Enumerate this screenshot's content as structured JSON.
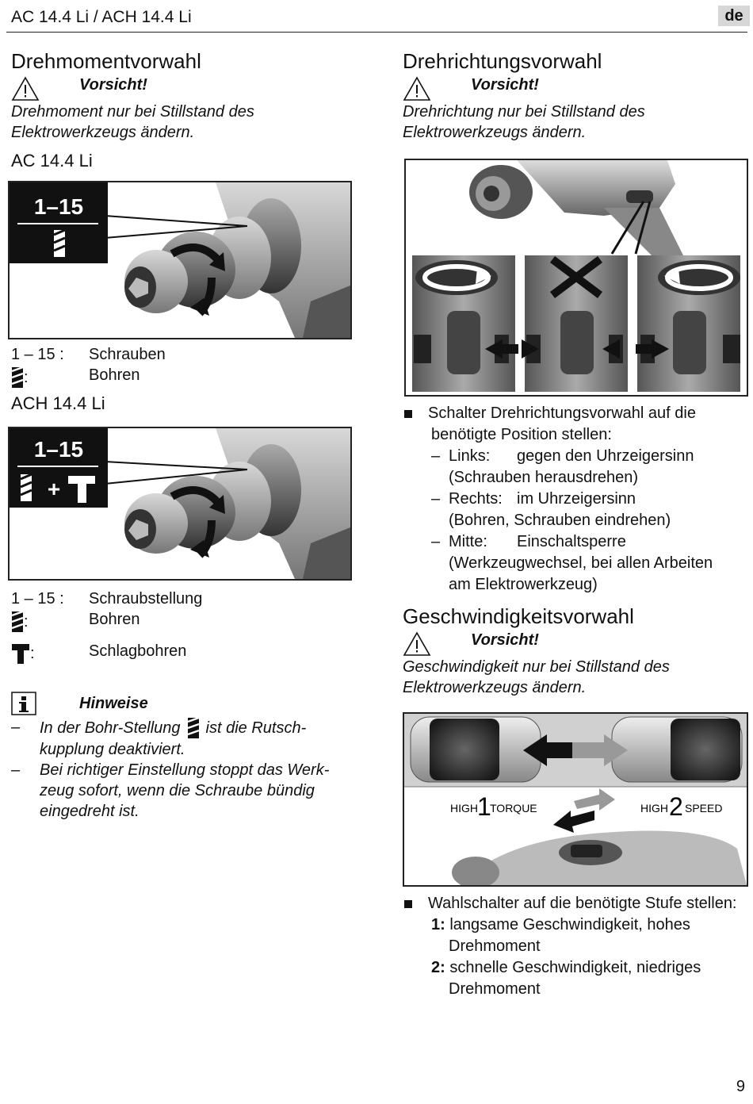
{
  "header": {
    "title": "AC 14.4 Li / ACH 14.4 Li",
    "lang": "de"
  },
  "left": {
    "section_title": "Drehmomentvorwahl",
    "warning_label": "Vorsicht!",
    "warning_text_1": "Drehmoment nur bei Stillstand des",
    "warning_text_2": "Elektrowerkzeugs ändern.",
    "model1": "AC 14.4 Li",
    "fig1_badge": "1–15",
    "legend1": [
      {
        "key": "1 – 15 :",
        "value": "Schrauben"
      },
      {
        "key": ":",
        "value": "Bohren"
      }
    ],
    "model2": "ACH 14.4 Li",
    "fig2_badge": "1–15",
    "fig2_plus": "+",
    "legend2": [
      {
        "key": "1 – 15 :",
        "value": "Schraubstellung"
      },
      {
        "key": ":",
        "value": "Bohren"
      },
      {
        "key": ":",
        "value": "Schlagbohren"
      }
    ],
    "notes_title": "Hinweise",
    "note1_a": "In der Bohr-Stellung",
    "note1_b": "ist die Rutsch-",
    "note1_c": "kupplung deaktiviert.",
    "note2_a": "Bei richtiger Einstellung stoppt das Werk-",
    "note2_b": "zeug sofort, wenn die Schraube bündig",
    "note2_c": "eingedreht ist.",
    "dash": "–"
  },
  "right": {
    "section1_title": "Drehrichtungsvorwahl",
    "warning_label": "Vorsicht!",
    "warning1_text_1": "Drehrichtung nur bei Stillstand des",
    "warning1_text_2": "Elektrowerkzeugs ändern.",
    "bullet1": "Schalter Drehrichtungsvorwahl auf die",
    "bullet1_b": "benötigte Position stellen:",
    "dir_items": [
      {
        "key": "Links:",
        "v1": "gegen den Uhrzeigersinn",
        "v2": "(Schrauben herausdrehen)"
      },
      {
        "key": "Rechts:",
        "v1": "im Uhrzeigersinn",
        "v2": "(Bohren, Schrauben eindrehen)"
      },
      {
        "key": "Mitte:",
        "v1": "Einschaltsperre",
        "v2": "(Werkzeugwechsel, bei allen Arbeiten",
        "v3": "am Elektrowerkzeug)"
      }
    ],
    "section2_title": "Geschwindigkeitsvorwahl",
    "warning2_text_1": "Geschwindigkeit nur bei Stillstand des",
    "warning2_text_2": "Elektrowerkzeugs ändern.",
    "gear1_high": "HIGH",
    "gear1_num": "1",
    "gear1_word": "TORQUE",
    "gear2_high": "HIGH",
    "gear2_num": "2",
    "gear2_word": "SPEED",
    "bullet2": "Wahlschalter auf die benötigte Stufe stellen:",
    "speed1_key": "1:",
    "speed1_a": "langsame Geschwindigkeit, hohes",
    "speed1_b": "Drehmoment",
    "speed2_key": "2:",
    "speed2_a": "schnelle Geschwindigkeit, niedriges",
    "speed2_b": "Drehmoment"
  },
  "page_number": "9"
}
